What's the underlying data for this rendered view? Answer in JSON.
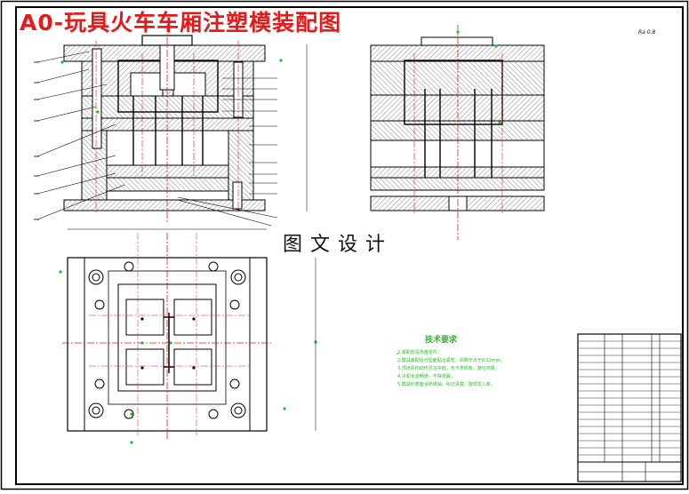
{
  "drawing": {
    "title": "A0-玩具火车车厢注塑模装配图",
    "watermark": "图文设计",
    "signature": "Ra 0.8"
  },
  "tech_requirements": {
    "title": "技术要求",
    "items": [
      "1.装配前清洗各零件；",
      "2.模具装配后分型面贴合紧密，间隙不大于0.02mm；",
      "3.顶出机构动作灵活平稳，无卡滞现象，复位可靠；",
      "4.冷却水道畅通，不得渗漏；",
      "5.模具外表面涂防锈油，标记清楚，按规定入库。"
    ]
  },
  "colors": {
    "line": "#000000",
    "center": "#e31b1b",
    "dim": "#1fbf1f",
    "hatch": "#444444"
  }
}
